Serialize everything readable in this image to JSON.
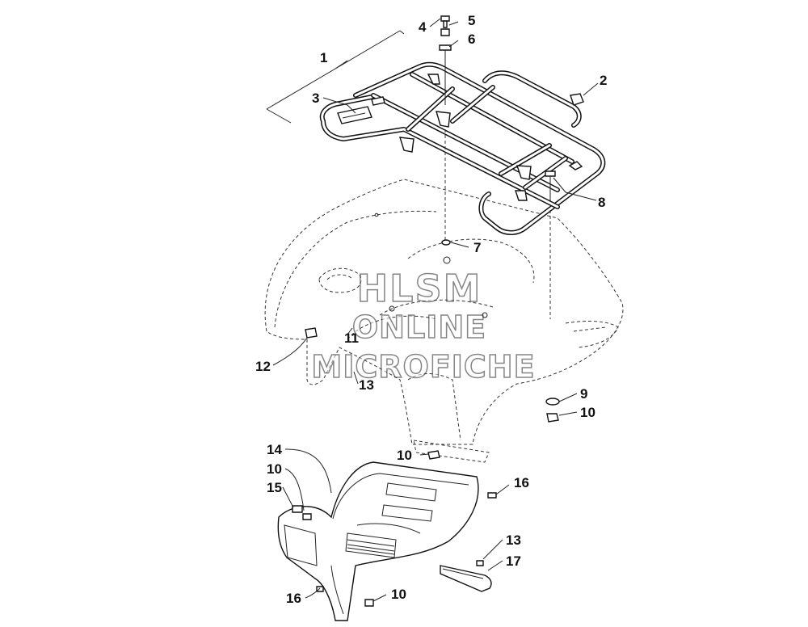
{
  "callouts": {
    "c1": "1",
    "c2": "2",
    "c3": "3",
    "c4": "4",
    "c5": "5",
    "c6": "6",
    "c7": "7",
    "c8": "8",
    "c9": "9",
    "c10a": "10",
    "c10b": "10",
    "c10c": "10",
    "c10d": "10",
    "c11": "11",
    "c12": "12",
    "c13a": "13",
    "c13b": "13",
    "c14": "14",
    "c15": "15",
    "c16a": "16",
    "c16b": "16",
    "c17": "17"
  },
  "watermark": {
    "line1": "HLSM",
    "line2": "ONLINE",
    "line3": "MICROFICHE"
  },
  "colors": {
    "ink": "#111111",
    "background": "#ffffff"
  }
}
